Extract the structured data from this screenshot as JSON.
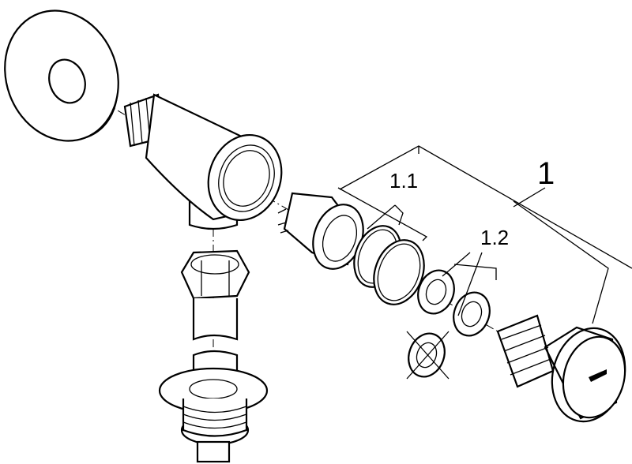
{
  "diagram": {
    "labels": {
      "assembly": "1",
      "subassembly_1_1": "1.1",
      "subassembly_1_2": "1.2"
    },
    "colors": {
      "line": "#000000",
      "background": "#ffffff"
    }
  }
}
